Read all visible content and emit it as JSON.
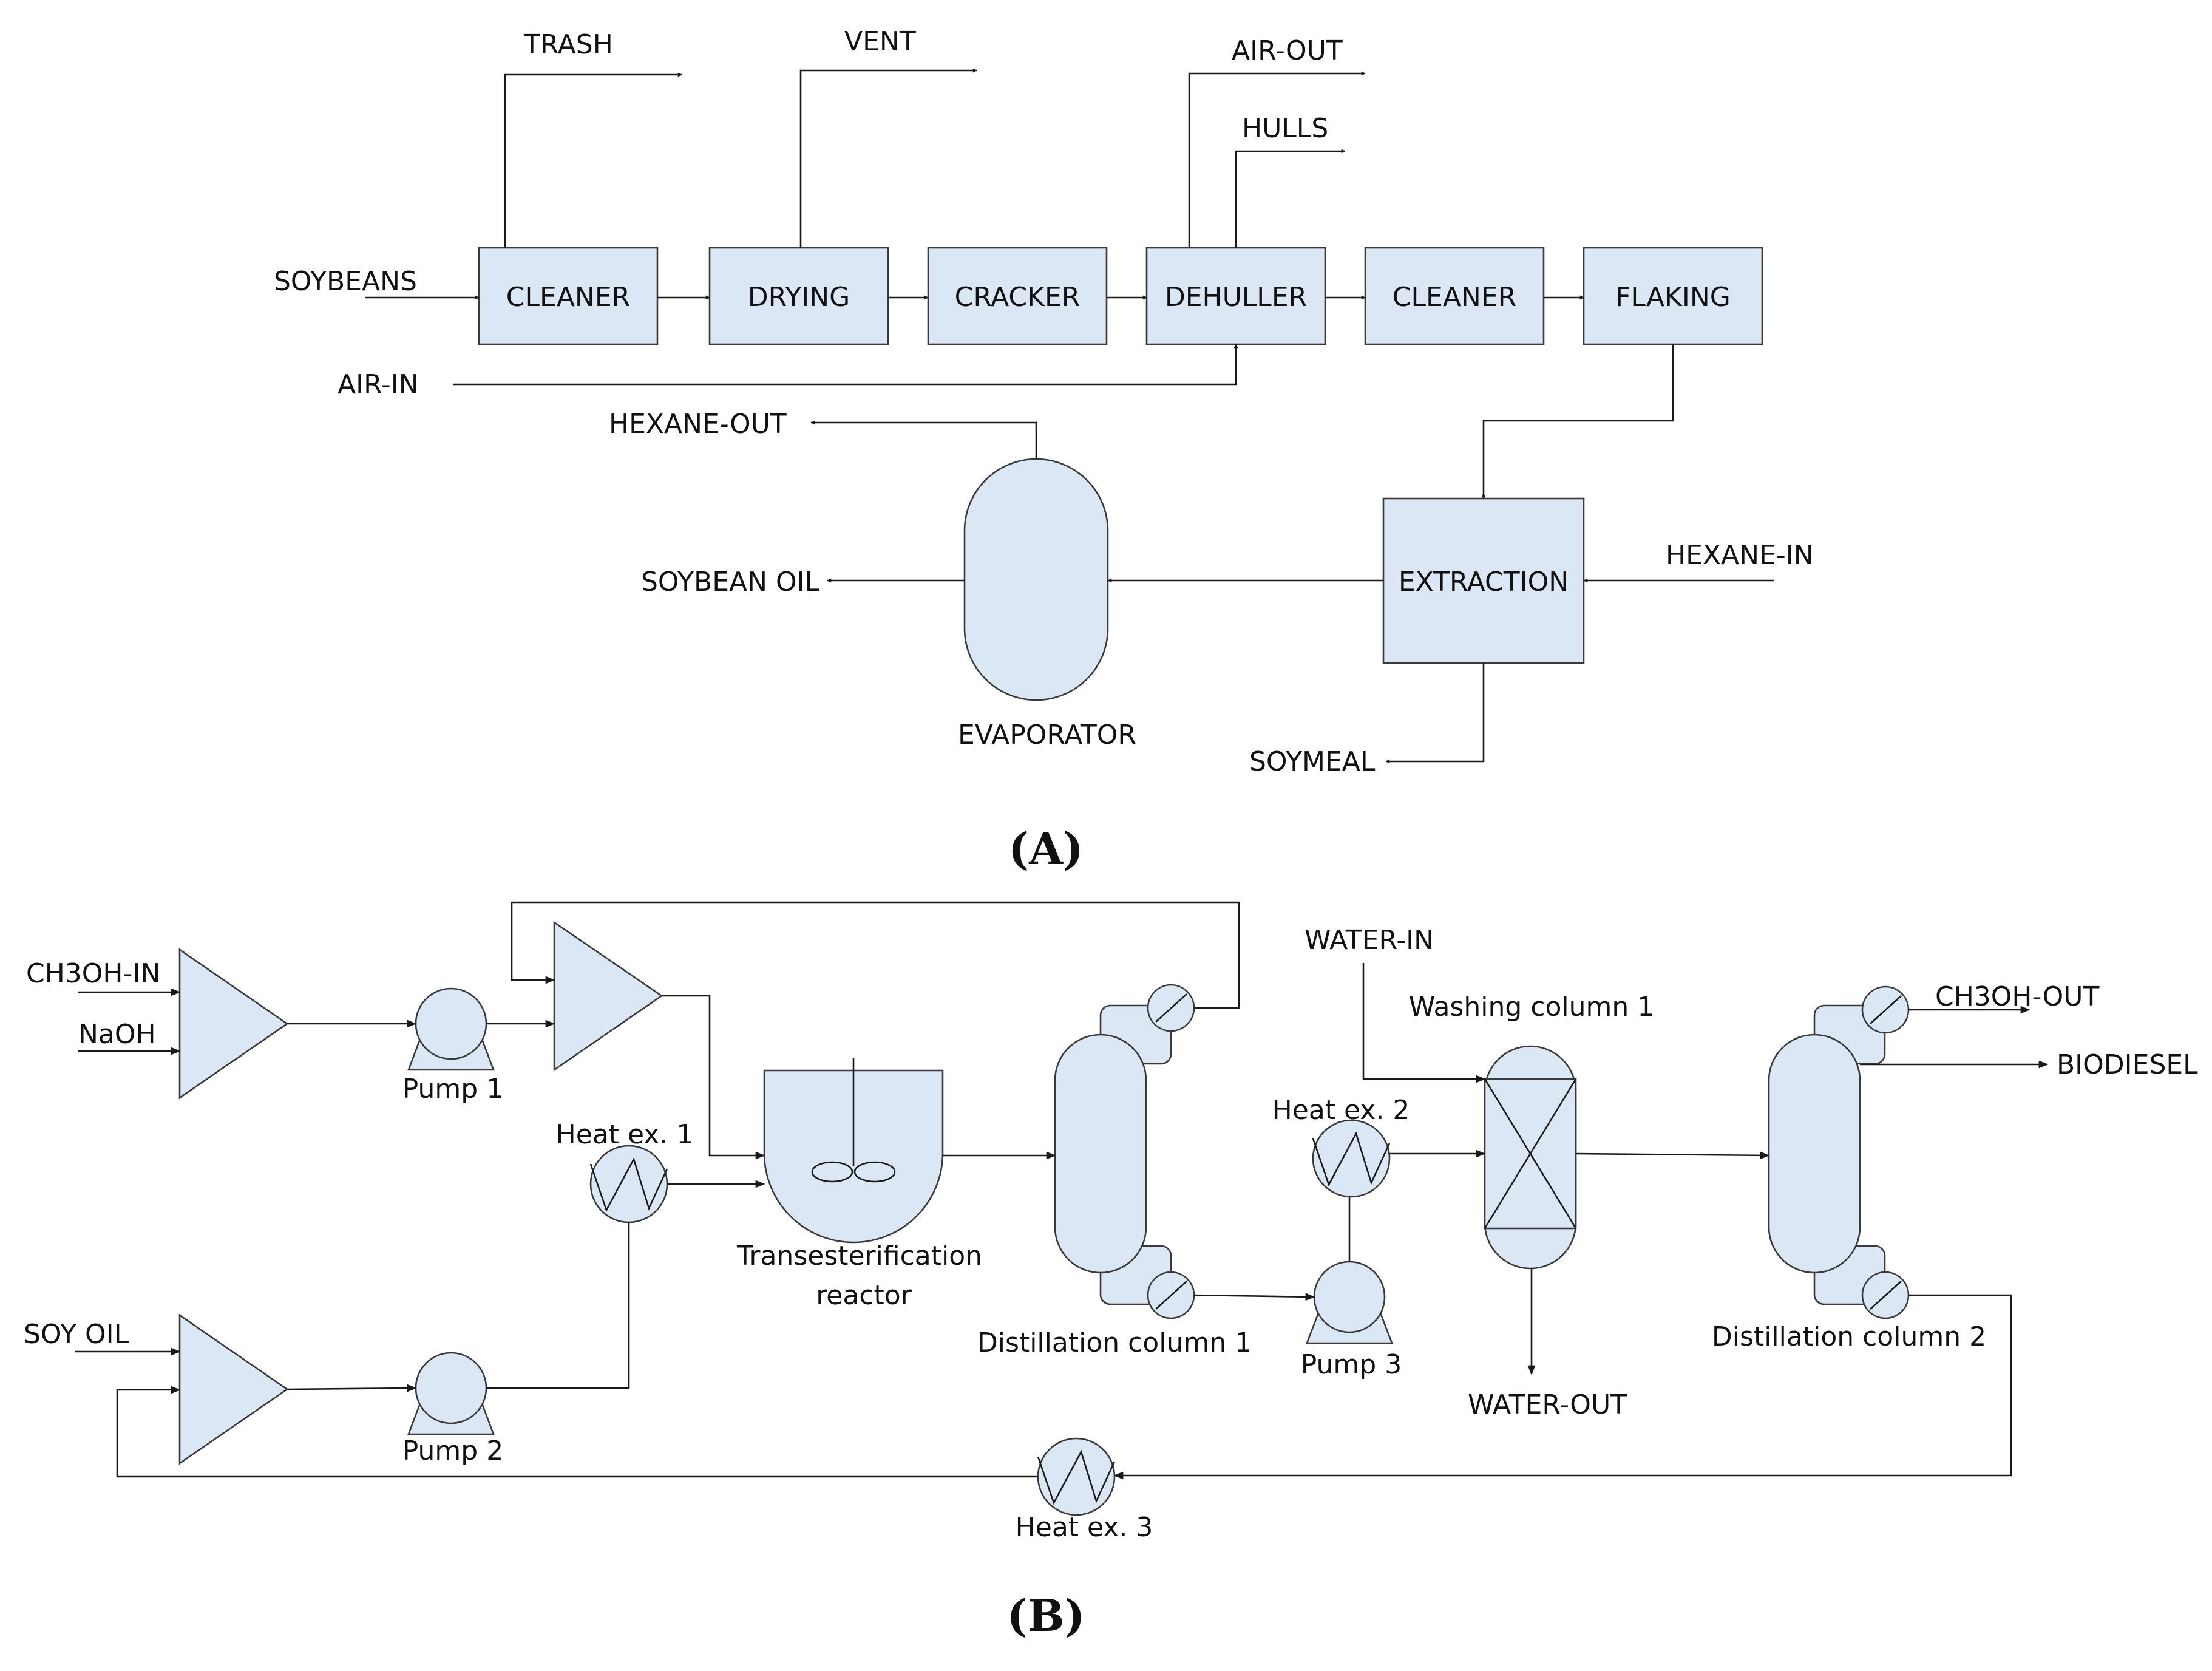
{
  "panel_a": {
    "label": "(A)",
    "units": {
      "cleaner1": "CLEANER",
      "drying": "DRYING",
      "cracker": "CRACKER",
      "dehuller": "DEHULLER",
      "cleaner2": "CLEANER",
      "flaking": "FLAKING",
      "extraction": "EXTRACTION",
      "evaporator": "EVAPORATOR"
    },
    "streams": {
      "soybeans": "SOYBEANS",
      "trash": "TRASH",
      "vent": "VENT",
      "air_out": "AIR-OUT",
      "hulls": "HULLS",
      "air_in": "AIR-IN",
      "hexane_out": "HEXANE-OUT",
      "hexane_in": "HEXANE-IN",
      "soybean_oil": "SOYBEAN OIL",
      "soymeal": "SOYMEAL"
    }
  },
  "panel_b": {
    "label": "(B)",
    "streams": {
      "ch3oh_in": "CH3OH-IN",
      "naoh": "NaOH",
      "soy_oil": "SOY OIL",
      "water_in": "WATER-IN",
      "water_out": "WATER-OUT",
      "ch3oh_out": "CH3OH-OUT",
      "biodiesel": "BIODIESEL"
    },
    "equipment": {
      "pump1": "Pump 1",
      "pump2": "Pump 2",
      "pump3": "Pump 3",
      "heatex1": "Heat ex. 1",
      "heatex2": "Heat ex. 2",
      "heatex3": "Heat ex. 3",
      "reactor_line1": "Transesterification",
      "reactor_line2": "reactor",
      "distcol1": "Distillation column 1",
      "distcol2": "Distillation column 2",
      "washcol1": "Washing column 1"
    }
  },
  "colors": {
    "fill": "#dbe7f4",
    "stroke": "#3a3a3a",
    "line": "#1a1a1a"
  }
}
